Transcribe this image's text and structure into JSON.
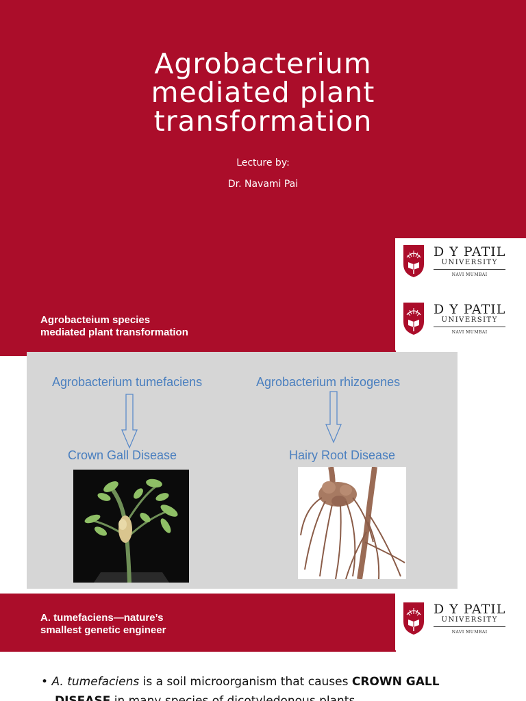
{
  "slide1": {
    "title_lines": [
      "Agrobacterium",
      "mediated plant",
      "transformation"
    ],
    "lecture_by": "Lecture by:",
    "lecturer": "Dr. Navami Pai"
  },
  "logo": {
    "name": "D Y PATIL",
    "university": "UNIVERSITY",
    "city": "NAVI MUMBAI"
  },
  "slide2": {
    "title_line1": "Agrobacteium species",
    "title_line2": "mediated plant transformation",
    "figure": {
      "left_label": "Agrobacterium tumefaciens",
      "right_label": "Agrobacterium rhizogenes",
      "left_result": "Crown Gall Disease",
      "right_result": "Hairy Root Disease"
    }
  },
  "slide3": {
    "title_line1": "A. tumefaciens—nature’s",
    "title_line2": "smallest genetic engineer",
    "bullet": {
      "marker": "•",
      "italic": "A. tumefaciens",
      "text1": " is a soil microorganism that  causes ",
      "bold": "CROWN GALL",
      "line2_bold": "DISEASE",
      "line2_text": " in many species  of dicotyledonous plants."
    }
  },
  "colors": {
    "brand_red": "#ab0d2a",
    "figure_gray": "#d6d6d6",
    "label_blue": "#4a7fbf"
  }
}
